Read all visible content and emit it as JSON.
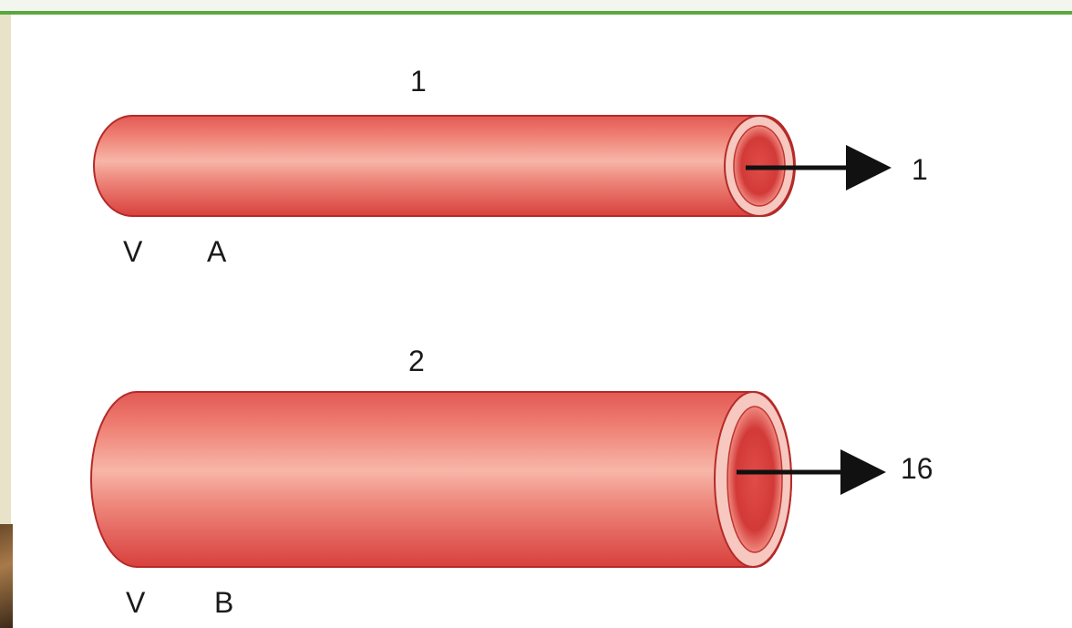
{
  "vessels": [
    {
      "number_label": "1",
      "flow_value": "1",
      "left_label": "V",
      "right_label": "A"
    },
    {
      "number_label": "2",
      "flow_value": "16",
      "left_label": "V",
      "right_label": "B"
    }
  ],
  "colors": {
    "vessel": "#e65a58",
    "vessel_dark": "#c9302e",
    "vessel_light": "#f7b0a6",
    "arrow": "#111111",
    "header_rule": "#5aa83e"
  }
}
